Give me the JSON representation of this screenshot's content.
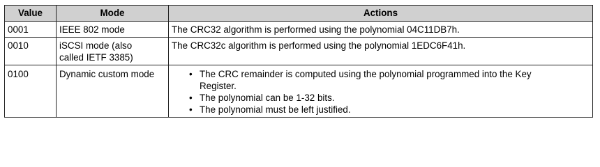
{
  "table": {
    "headers": {
      "value": "Value",
      "mode": "Mode",
      "actions": "Actions"
    },
    "rows": [
      {
        "value": "0001",
        "mode": "IEEE 802 mode",
        "action": "The CRC32 algorithm is performed using the polynomial 04C11DB7h."
      },
      {
        "value": "0010",
        "mode_line1": "iSCSI mode (also",
        "mode_line2": "called IETF 3385)",
        "action": "The CRC32c algorithm is performed using the polynomial 1EDC6F41h."
      },
      {
        "value": "0100",
        "mode": "Dynamic custom mode",
        "bullets": [
          {
            "line1": "The CRC remainder is computed using the polynomial programmed into the Key",
            "line2": "Register."
          },
          {
            "line1": "The polynomial can be 1-32 bits."
          },
          {
            "line1": "The polynomial must be left justified."
          }
        ]
      }
    ]
  },
  "style": {
    "header_bg": "#d0d0d0",
    "border": "#222222"
  },
  "icons": {
    "bullet": "bullet-dot"
  }
}
